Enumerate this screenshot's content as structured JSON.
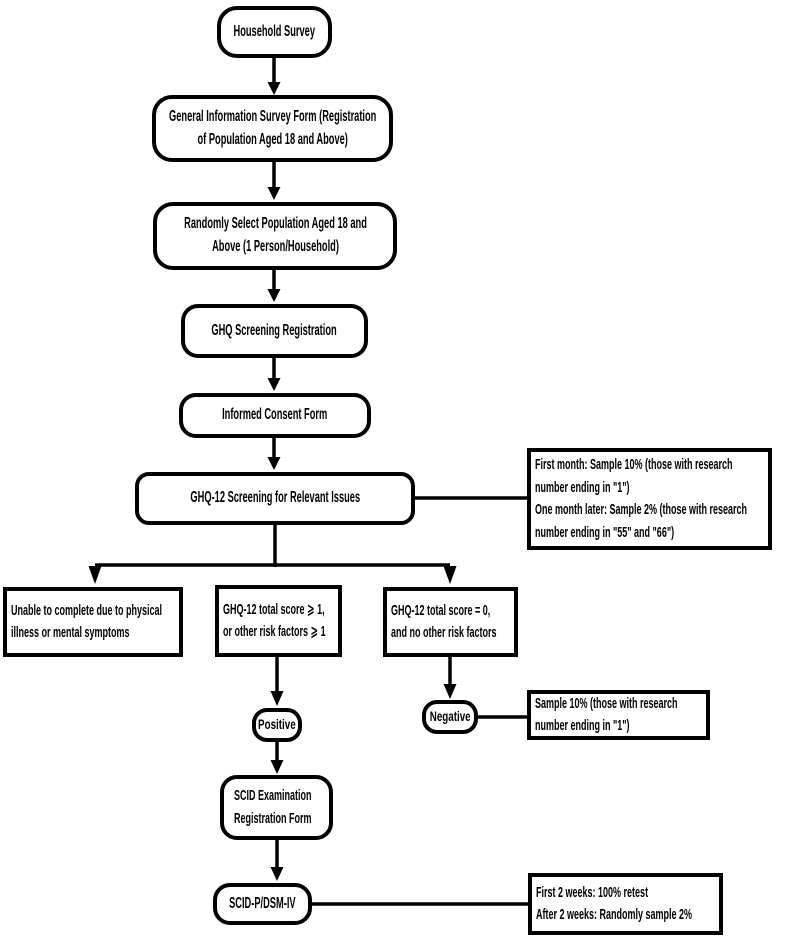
{
  "colors": {
    "stroke": "#000000",
    "box_fill": "#ffffff",
    "background": "#ffffff",
    "text": "#000000"
  },
  "diagram_type": "flowchart",
  "nodes": {
    "household_survey": {
      "label": "Household Survey"
    },
    "general_info": {
      "label": "General Information Survey Form (Registration\nof Population Aged 18 and Above)"
    },
    "randomly_select": {
      "label": "Randomly Select Population Aged 18 and\nAbove (1 Person/Household)"
    },
    "ghq_registration": {
      "label": "GHQ Screening Registration"
    },
    "informed_consent": {
      "label": "Informed Consent Form"
    },
    "ghq12_screening": {
      "label": "GHQ-12 Screening for Relevant Issues"
    },
    "sampling_note_1": {
      "label": "First month: Sample 10% (those with research\nnumber ending in \"1\")\nOne month later: Sample 2% (those with research\nnumber ending in \"55\" and \"66\")"
    },
    "unable_branch": {
      "label": "Unable to complete due to physical\nillness or mental symptoms"
    },
    "score_ge1_branch": {
      "label": "GHQ-12 total score ⩾ 1,\nor other risk factors ⩾ 1"
    },
    "score_eq0_branch": {
      "label": "GHQ-12 total score = 0,\nand no other risk factors"
    },
    "positive": {
      "label": "Positive"
    },
    "negative": {
      "label": "Negative"
    },
    "sampling_note_2": {
      "label": "Sample 10% (those with research\nnumber ending in \"1\")"
    },
    "scid_exam": {
      "label": "SCID Examination\nRegistration Form"
    },
    "scid_p": {
      "label": "SCID-P/DSM-IV"
    },
    "retest_note": {
      "label": "First 2 weeks: 100% retest\nAfter 2 weeks: Randomly sample 2%"
    }
  }
}
